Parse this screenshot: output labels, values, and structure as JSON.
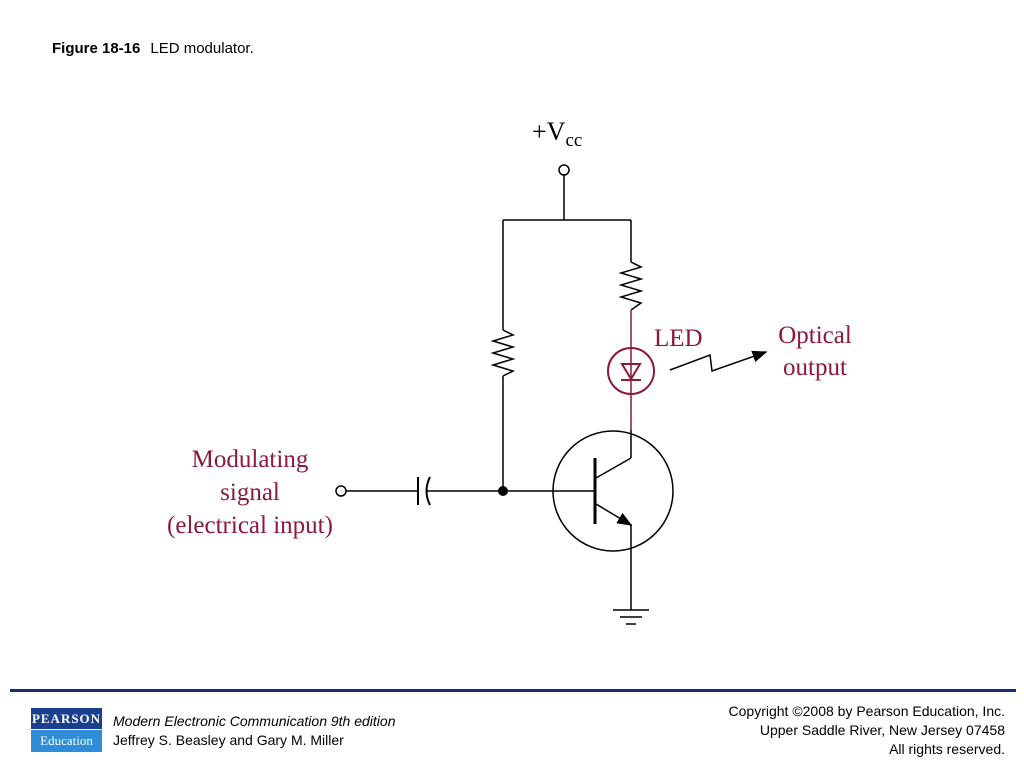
{
  "figure": {
    "number": "Figure 18-16",
    "caption": "LED modulator."
  },
  "schematic": {
    "supply_label": "+V",
    "supply_sub": "cc",
    "led_label": "LED",
    "output_label_line1": "Optical",
    "output_label_line2": "output",
    "input_label_line1": "Modulating",
    "input_label_line2": "signal",
    "input_label_line3": "(electrical input)",
    "colors": {
      "wire": "#000000",
      "accent": "#8b1a3a"
    }
  },
  "footer": {
    "logo_top": "PEARSON",
    "logo_bottom": "Education",
    "book_title": "Modern Electronic Communication 9th edition",
    "authors": "Jeffrey S. Beasley and Gary M. Miller",
    "copyright_line1": "Copyright ©2008 by Pearson Education, Inc.",
    "copyright_line2": "Upper Saddle River, New Jersey 07458",
    "copyright_line3": "All rights reserved."
  }
}
